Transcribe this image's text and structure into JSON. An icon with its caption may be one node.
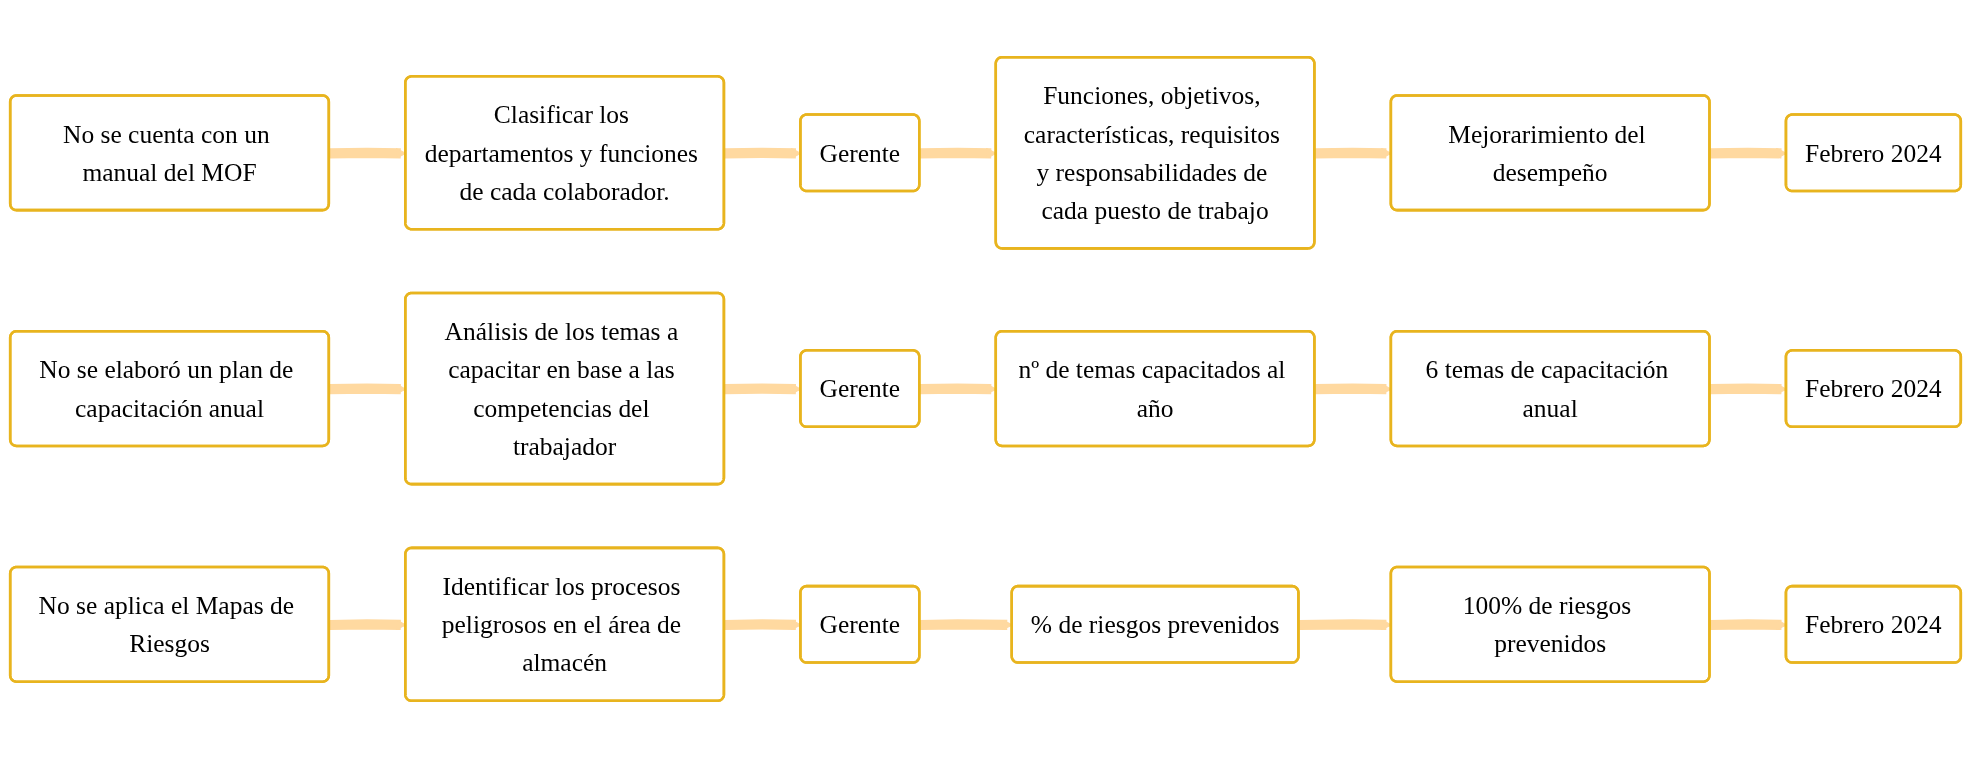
{
  "diagram": {
    "nodes": [
      {
        "text": [
          "No se cuenta con un manual del MOF"
        ]
      },
      {
        "text": [
          "Clasificar los departamentos y funciones de cada colaborador."
        ]
      },
      {
        "text": [
          "Gerente"
        ]
      },
      {
        "text": [
          "Funciones, objetivos, características, requisitos y responsabilidades de cada puesto de trabajo"
        ]
      },
      {
        "text": [
          "Mejorarimiento del desempeño"
        ]
      },
      {
        "text": [
          "Febrero 2024"
        ]
      },
      {
        "text": [
          "No se elaboró un plan de capacitación anual"
        ]
      },
      {
        "text": [
          "Análisis de los temas a capacitar en base a las competencias del trabajador"
        ]
      },
      {
        "text": [
          "Gerente"
        ]
      },
      {
        "text": [
          "nº de temas capacitados al año"
        ]
      },
      {
        "text": [
          "6 temas de capacitación anual"
        ]
      },
      {
        "text": [
          "Febrero 2024"
        ]
      },
      {
        "text": [
          "No se aplica el Mapas de Riesgos"
        ]
      },
      {
        "text": [
          "Identificar los procesos peligrosos en el área de almacén"
        ]
      },
      {
        "text": [
          "Gerente"
        ]
      },
      {
        "text": [
          "% de riesgos prevenidos"
        ]
      },
      {
        "text": [
          "100% de riesgos prevenidos"
        ]
      },
      {
        "text": [
          "Febrero 2024"
        ]
      }
    ],
    "edges": [
      {
        "from": 0,
        "to": 1,
        "arrow": "to"
      },
      {
        "from": 1,
        "to": 2,
        "arrow": "to"
      },
      {
        "from": 2,
        "to": 3,
        "arrow": "to"
      },
      {
        "from": 3,
        "to": 4,
        "arrow": "to"
      },
      {
        "from": 4,
        "to": 5,
        "arrow": "to"
      },
      {
        "from": 6,
        "to": 7,
        "arrow": "to"
      },
      {
        "from": 7,
        "to": 8,
        "arrow": "to"
      },
      {
        "from": 8,
        "to": 9,
        "arrow": "to"
      },
      {
        "from": 9,
        "to": 10,
        "arrow": "to"
      },
      {
        "from": 10,
        "to": 11,
        "arrow": "to"
      },
      {
        "from": 12,
        "to": 13,
        "arrow": "to"
      },
      {
        "from": 13,
        "to": 14,
        "arrow": "to"
      },
      {
        "from": 14,
        "to": 15,
        "arrow": "to"
      },
      {
        "from": 15,
        "to": 16,
        "arrow": "to"
      },
      {
        "from": 16,
        "to": 17,
        "arrow": "to"
      }
    ]
  }
}
